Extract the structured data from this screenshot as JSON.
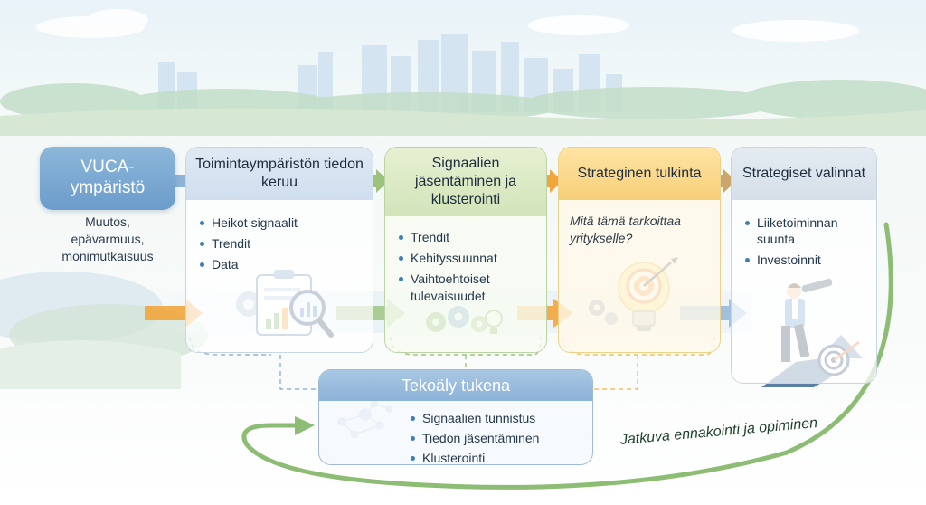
{
  "vuca": {
    "title": "VUCA-\nympäristö",
    "description": "Muutos,\nepävarmuus,\nmonimutkaisuus"
  },
  "steps": [
    {
      "title": "Toimintaympäristön tiedon keruu",
      "items": [
        "Heikot signaalit",
        "Trendit",
        "Data"
      ]
    },
    {
      "title": "Signaalien jäsentäminen ja klusterointi",
      "items": [
        "Trendit",
        "Kehityssuunnat",
        "Vaihtoehtoiset tulevaisuudet"
      ]
    },
    {
      "title": "Strateginen tulkinta",
      "question": "Mitä tämä tarkoittaa yritykselle?"
    },
    {
      "title": "Strategiset valinnat",
      "items": [
        "Liiketoiminnan suunta",
        "Investoinnit"
      ]
    }
  ],
  "ai_support": {
    "title": "Tekoäly tukena",
    "items": [
      "Signaalien tunnistus",
      "Tiedon jäsentäminen",
      "Klusterointi"
    ]
  },
  "loop_label": "Jatkuva ennakointi ja opiminen",
  "icons": [
    "clipboard-chart-icon",
    "magnifier-icon",
    "gears-icon",
    "lightbulb-icon",
    "target-icon",
    "network-icon",
    "businessman-telescope-icon"
  ],
  "colors": {
    "vuca": "#7aa6d1",
    "collect": "#d5e2ef",
    "structure": "#d9e8c1",
    "interpret": "#f9d684",
    "choices": "#dbe4ed",
    "ai": "#98bada",
    "arrow_orange": "#f2a53c",
    "arrow_green": "#8fbe6c",
    "arrow_blue": "#8db3d8",
    "loop_green": "#7fb46a"
  }
}
